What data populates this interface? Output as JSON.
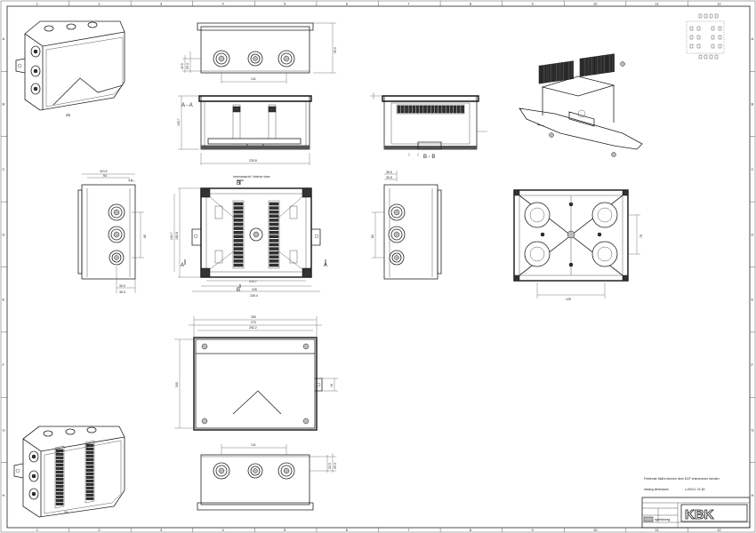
{
  "frame": {
    "col_labels": [
      "1",
      "2",
      "3",
      "4",
      "5",
      "6",
      "7",
      "8",
      "9",
      "10",
      "11",
      "12"
    ],
    "row_labels": [
      "A",
      "B",
      "C",
      "D",
      "E",
      "F",
      "G",
      "H"
    ]
  },
  "views": {
    "iso_top_label": "25",
    "section_aa_label": "A - A",
    "section_bb_label": "B - B",
    "interior_view_label": "Innenansicht / interior view",
    "cut_marker_a": "A",
    "cut_marker_b": "B"
  },
  "dimensions": {
    "front_width_inner": "141",
    "front_side_a": "22.5",
    "front_side_b": "29.3",
    "front_height": "99.5",
    "section_height": "103.7",
    "section_width": "225.8",
    "side_top_a": "110.9",
    "side_top_b": "94",
    "side_top_c": "3.8",
    "side_height": "80",
    "side_bottom_a": "30.5",
    "side_bottom_b": "36.5",
    "plan_height_a": "180.8",
    "plan_height_b": "164.7",
    "plan_width_a": "214.7",
    "plan_width_b": "226",
    "plan_width_c": "239.4",
    "right_side_top_a": "36.5",
    "right_side_top_b": "30.5",
    "right_side_height": "80",
    "bottom_view_width": "125",
    "bottom_view_height": "78",
    "lid_width_a": "260",
    "lid_width_b": "270",
    "lid_width_c": "252.2",
    "lid_height": "200",
    "lid_side_a": "16",
    "bottom_front_width": "141",
    "bottom_front_a": "22.5",
    "bottom_front_b": "29.3"
  },
  "notes": {
    "note_line": "Fehlende Maße können dem DXF entnommen werden",
    "note_line2": "missing dimensions",
    "part_number": "c-1003-1-7A-3D"
  },
  "titleblock": {
    "company": "spelsberg",
    "logo_text": "KBK"
  }
}
